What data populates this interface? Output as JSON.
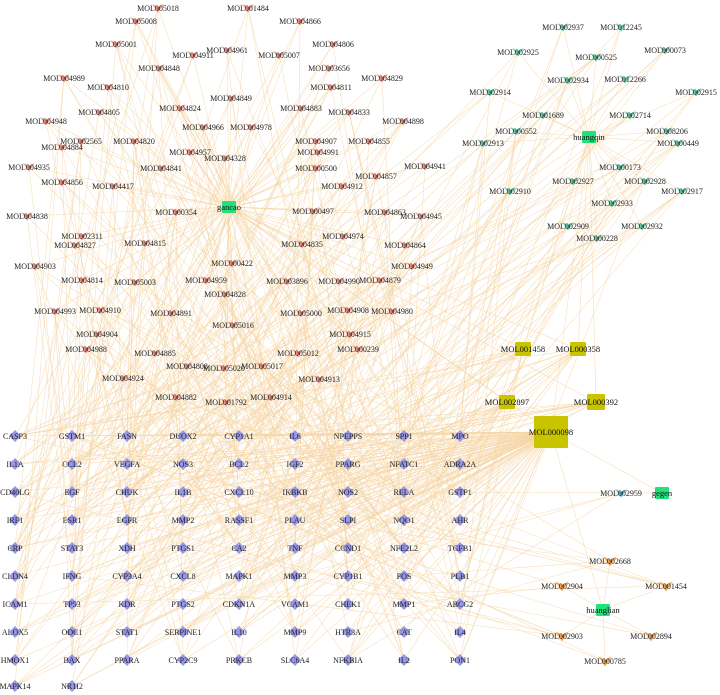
{
  "colors": {
    "edge": "#f5d3a0",
    "gancao": "#ef8a7b",
    "huangqin": "#5cc6a0",
    "gegen": "#38b8d8",
    "huanglian": "#f0a04a",
    "shared": "#c8c400",
    "target": "#9898e8",
    "herb": "#22e07a",
    "label": "#222222"
  },
  "herbs": [
    {
      "id": "gancao",
      "label": "gancao"
    },
    {
      "id": "huangqin",
      "label": "huangqin"
    },
    {
      "id": "gegen",
      "label": "gegen"
    },
    {
      "id": "huanglian",
      "label": "huanglian"
    }
  ],
  "compounds": {
    "gancao": [
      "MOL005018",
      "MOL001484",
      "MOL005008",
      "MOL004866",
      "MOL005001",
      "MOL004961",
      "MOL005007",
      "MOL004806",
      "MOL004989",
      "MOL004911",
      "MOL003656",
      "MOL004810",
      "MOL004848",
      "MOL004811",
      "MOL004829",
      "MOL004824",
      "MOL004849",
      "MOL004883",
      "MOL004805",
      "MOL004833",
      "MOL004948",
      "MOL004966",
      "MOL004978",
      "MOL004898",
      "MOL004820",
      "MOL002565",
      "MOL004855",
      "MOL004957",
      "MOL004907",
      "MOL004884",
      "MOL004328",
      "MOL004991",
      "MOL004941",
      "MOL004935",
      "MOL004857",
      "MOL004417",
      "MOL004841",
      "MOL004912",
      "MOL004856",
      "MOL000500",
      "MOL000354",
      "MOL000497",
      "MOL004863",
      "MOL004838",
      "MOL004945",
      "MOL002311",
      "MOL004815",
      "MOL004974",
      "MOL004827",
      "MOL004835",
      "MOL004864",
      "MOL004903",
      "MOL000422",
      "MOL004949",
      "MOL004814",
      "MOL005003",
      "MOL004959",
      "MOL003896",
      "MOL004990",
      "MOL004879",
      "MOL004993",
      "MOL004910",
      "MOL004828",
      "MOL004891",
      "MOL005000",
      "MOL004908",
      "MOL004980",
      "MOL004904",
      "MOL005016",
      "MOL004915",
      "MOL004988",
      "MOL004885",
      "MOL005012",
      "MOL000239",
      "MOL004808",
      "MOL005017",
      "MOL004924",
      "MOL005020",
      "MOL004913",
      "MOL004882",
      "MOL001792",
      "MOL004914"
    ],
    "huangqin": [
      "MOL002937",
      "MOL012245",
      "MOL002925",
      "MOL000525",
      "MOL000073",
      "MOL002934",
      "MOL012266",
      "MOL002914",
      "MOL002915",
      "MOL001689",
      "MOL002714",
      "MOL000552",
      "MOL008206",
      "MOL002913",
      "MOL000449",
      "MOL000173",
      "MOL002927",
      "MOL002928",
      "MOL002910",
      "MOL002917",
      "MOL002933",
      "MOL002909",
      "MOL002932",
      "MOL000228"
    ],
    "shared": [
      "MOL001458",
      "MOL000358",
      "MOL002897",
      "MOL000392",
      "MOL000098"
    ],
    "gegen": [
      "MOL002959"
    ],
    "huanglian": [
      "MOL002668",
      "MOL002904",
      "MOL001454",
      "MOL002903",
      "MOL002894",
      "MOL000785"
    ]
  },
  "targets": [
    [
      "CASP3",
      "GSTM1",
      "FASN",
      "DUOX2",
      "CYP1A1",
      "IL6",
      "NPEPPS",
      "SPP1",
      "MPO"
    ],
    [
      "IL1A",
      "CCL2",
      "VEGFA",
      "NOS3",
      "BCL2",
      "IGF2",
      "PPARG",
      "NFATC1",
      "ADRA2A"
    ],
    [
      "CD40LG",
      "EGF",
      "CHUK",
      "IL1B",
      "CXCL10",
      "IKBKB",
      "NOS2",
      "RELA",
      "GSTP1"
    ],
    [
      "IRF1",
      "ESR1",
      "EGFR",
      "MMP2",
      "RASSF1",
      "PLAU",
      "SLPI",
      "NQO1",
      "AHR"
    ],
    [
      "CRP",
      "STAT3",
      "XDH",
      "PTGS1",
      "CA2",
      "TNF",
      "CCND1",
      "NFE2L2",
      "TGFB1"
    ],
    [
      "CLDN4",
      "IFNG",
      "CYP3A4",
      "CXCL8",
      "MAPK1",
      "MMP3",
      "CYP1B1",
      "FOS",
      "PLB1"
    ],
    [
      "ICAM1",
      "TP53",
      "KDR",
      "PTGS2",
      "CDKN1A",
      "VCAM1",
      "CHEK1",
      "MMP1",
      "ABCG2"
    ],
    [
      "ALOX5",
      "ODC1",
      "STAT1",
      "SERPINE1",
      "IL10",
      "MMP9",
      "HTR3A",
      "CAT",
      "IL4"
    ],
    [
      "HMOX1",
      "BAX",
      "PPARA",
      "CYP2C9",
      "PRKCB",
      "SLC6A4",
      "NFKBIA",
      "IL2",
      "PON1"
    ],
    [
      "MAPK14",
      "NR1I2"
    ]
  ]
}
